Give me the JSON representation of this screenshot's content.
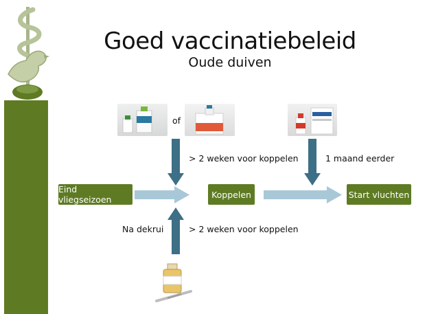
{
  "slide": {
    "title": "Goed vaccinatiebeleid",
    "subtitle": "Oude duiven"
  },
  "boxes": {
    "start_left": "Eind vliegseizoen",
    "middle": "Koppelen",
    "end": "Start vluchten"
  },
  "labels": {
    "or": "of",
    "top_left": "> 2 weken voor koppelen",
    "top_right": "1 maand eerder",
    "bottom_left": "Na dekrui",
    "bottom_right": "> 2 weken voor koppelen"
  },
  "colors": {
    "brand_green": "#5e7b24",
    "arrow_blue": "#a8c8d8",
    "arrow_dark": "#3d6f86",
    "logo_green": "#b7c39a"
  }
}
